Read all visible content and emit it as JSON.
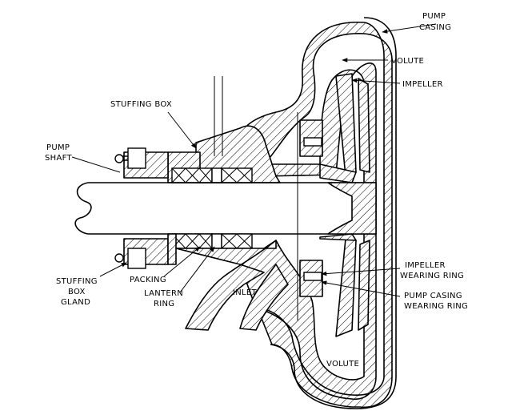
{
  "labels": {
    "pump_casing_l1": "PUMP",
    "pump_casing_l2": "CASING",
    "volute_top": "VOLUTE",
    "impeller": "IMPELLER",
    "stuffing_box": "STUFFING BOX",
    "pump_shaft_l1": "PUMP",
    "pump_shaft_l2": "SHAFT",
    "impeller_wearing_ring_l1": "IMPELLER",
    "impeller_wearing_ring_l2": "WEARING RING",
    "pump_casing_wearing_ring_l1": "PUMP CASING",
    "pump_casing_wearing_ring_l2": "WEARING RING",
    "stuffing_box_gland_l1": "STUFFING",
    "stuffing_box_gland_l2": "BOX",
    "stuffing_box_gland_l3": "GLAND",
    "packing": "PACKING",
    "lantern_ring_l1": "LANTERN",
    "lantern_ring_l2": "RING",
    "inlet": "INLET",
    "volute_bottom": "VOLUTE"
  }
}
